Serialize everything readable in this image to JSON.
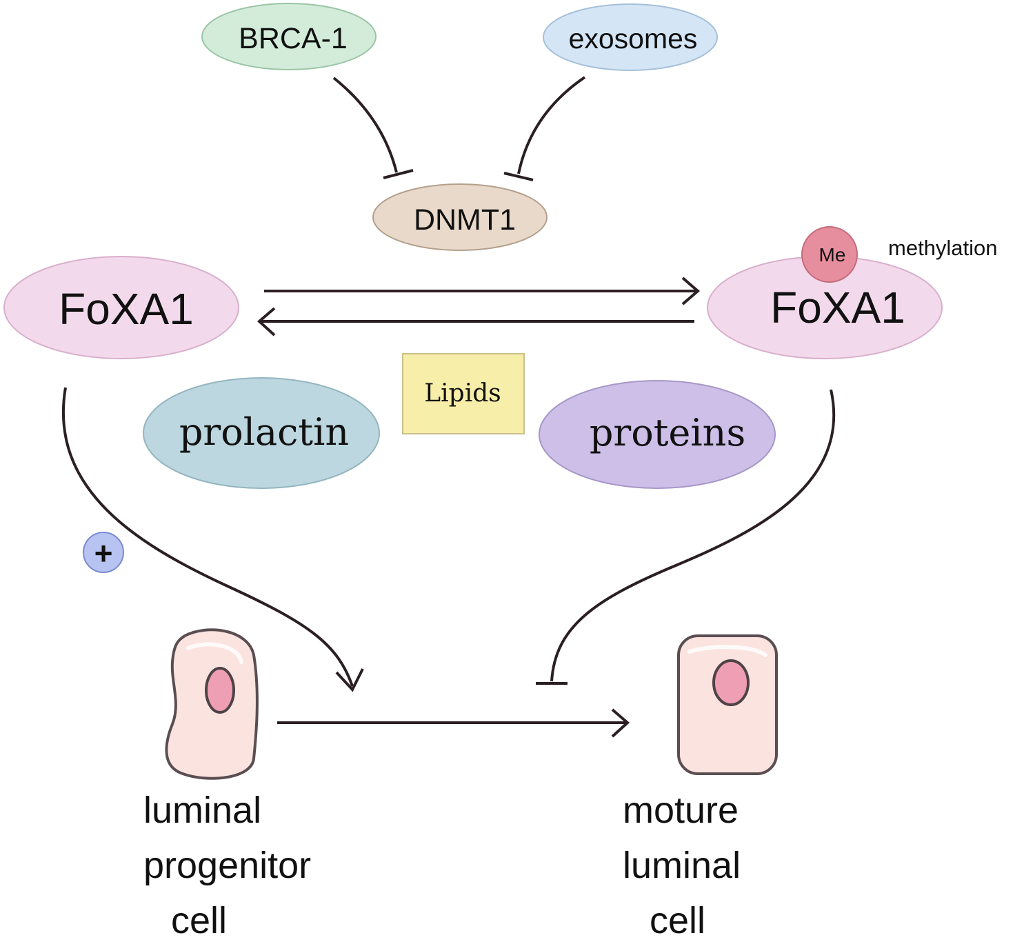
{
  "nodes": {
    "brca1": {
      "label": "BRCA-1",
      "color": "#d2ecd9",
      "stroke": "#9cc5a6"
    },
    "exosomes": {
      "label": "exosomes",
      "color": "#d4e5f5",
      "stroke": "#a5c0da"
    },
    "dnmt1": {
      "label": "DNMT1",
      "color": "#e9d9cb",
      "stroke": "#b39f8b"
    },
    "foxa1_left": {
      "label": "FoXA1",
      "color": "#f3d9ec",
      "stroke": "#d8afcc"
    },
    "foxa1_right": {
      "label": "FoXA1",
      "color": "#f3d9ec",
      "stroke": "#d8afcc"
    },
    "methyl_badge": {
      "label": "Me",
      "color": "#e78e9e",
      "stroke": "#c46b7c"
    },
    "methylation_label": "methylation",
    "lipids": {
      "label": "Lipids",
      "color": "#f7eeaa",
      "stroke": "#c9c08c"
    },
    "prolactin": {
      "label": "prolactin",
      "color": "#bcd7df",
      "stroke": "#94b5bf"
    },
    "proteins": {
      "label": "proteins",
      "color": "#cdbfe8",
      "stroke": "#a797c7"
    },
    "plus": {
      "label": "+",
      "color": "#b7c3f0",
      "stroke": "#7c8bd0"
    }
  },
  "cells": {
    "progenitor": {
      "lines": [
        "luminal",
        "progenitor",
        "cell"
      ],
      "body_color": "#fbe3df",
      "nucleus_color": "#ef9fb4"
    },
    "mature": {
      "lines": [
        "moture",
        "luminal",
        "cell"
      ],
      "body_color": "#fbe3df",
      "nucleus_color": "#ef9fb4"
    }
  }
}
